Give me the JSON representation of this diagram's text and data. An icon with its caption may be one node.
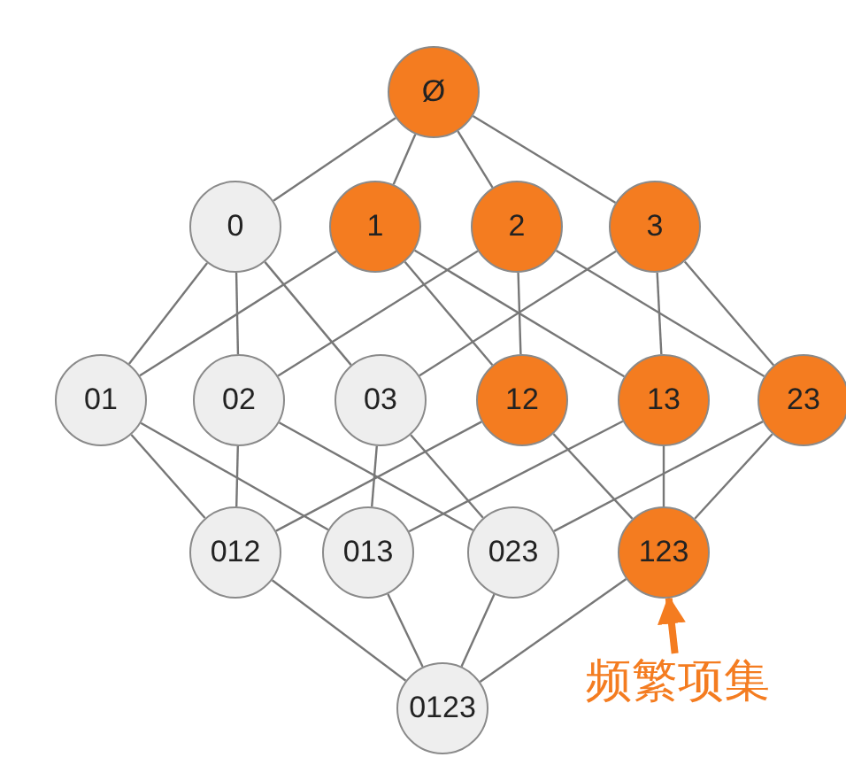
{
  "diagram": {
    "nodes": [
      {
        "text": [
          "Ø"
        ]
      },
      {
        "text": [
          "0"
        ]
      },
      {
        "text": [
          "1"
        ]
      },
      {
        "text": [
          "2"
        ]
      },
      {
        "text": [
          "3"
        ]
      },
      {
        "text": [
          "01"
        ]
      },
      {
        "text": [
          "02"
        ]
      },
      {
        "text": [
          "03"
        ]
      },
      {
        "text": [
          "12"
        ]
      },
      {
        "text": [
          "13"
        ]
      },
      {
        "text": [
          "23"
        ]
      },
      {
        "text": [
          "012"
        ]
      },
      {
        "text": [
          "013"
        ]
      },
      {
        "text": [
          "023"
        ]
      },
      {
        "text": [
          "123"
        ]
      },
      {
        "text": [
          "0123"
        ]
      },
      {
        "text": [
          "频繁项集"
        ]
      }
    ],
    "edges": [
      {
        "from": 0,
        "to": 1,
        "arrow": "none"
      },
      {
        "from": 0,
        "to": 2,
        "arrow": "none"
      },
      {
        "from": 0,
        "to": 3,
        "arrow": "none"
      },
      {
        "from": 0,
        "to": 4,
        "arrow": "none"
      },
      {
        "from": 1,
        "to": 5,
        "arrow": "none"
      },
      {
        "from": 1,
        "to": 6,
        "arrow": "none"
      },
      {
        "from": 1,
        "to": 7,
        "arrow": "none"
      },
      {
        "from": 2,
        "to": 5,
        "arrow": "none"
      },
      {
        "from": 2,
        "to": 8,
        "arrow": "none"
      },
      {
        "from": 2,
        "to": 9,
        "arrow": "none"
      },
      {
        "from": 3,
        "to": 6,
        "arrow": "none"
      },
      {
        "from": 3,
        "to": 8,
        "arrow": "none"
      },
      {
        "from": 3,
        "to": 10,
        "arrow": "none"
      },
      {
        "from": 4,
        "to": 7,
        "arrow": "none"
      },
      {
        "from": 4,
        "to": 9,
        "arrow": "none"
      },
      {
        "from": 4,
        "to": 10,
        "arrow": "none"
      },
      {
        "from": 5,
        "to": 11,
        "arrow": "none"
      },
      {
        "from": 5,
        "to": 12,
        "arrow": "none"
      },
      {
        "from": 6,
        "to": 11,
        "arrow": "none"
      },
      {
        "from": 6,
        "to": 13,
        "arrow": "none"
      },
      {
        "from": 7,
        "to": 12,
        "arrow": "none"
      },
      {
        "from": 7,
        "to": 13,
        "arrow": "none"
      },
      {
        "from": 8,
        "to": 11,
        "arrow": "none"
      },
      {
        "from": 8,
        "to": 14,
        "arrow": "none"
      },
      {
        "from": 9,
        "to": 12,
        "arrow": "none"
      },
      {
        "from": 9,
        "to": 14,
        "arrow": "none"
      },
      {
        "from": 10,
        "to": 13,
        "arrow": "none"
      },
      {
        "from": 10,
        "to": 14,
        "arrow": "none"
      },
      {
        "from": 11,
        "to": 15,
        "arrow": "none"
      },
      {
        "from": 12,
        "to": 15,
        "arrow": "none"
      },
      {
        "from": 13,
        "to": 15,
        "arrow": "none"
      },
      {
        "from": 14,
        "to": 15,
        "arrow": "none"
      },
      {
        "from": 16,
        "to": 14,
        "arrow": "to",
        "style": "thick",
        "color": "#f47c20"
      }
    ]
  }
}
